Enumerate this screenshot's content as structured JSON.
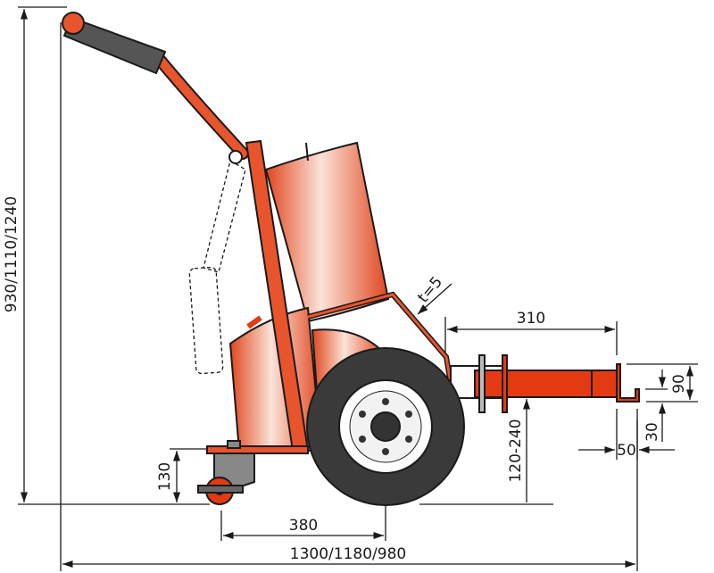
{
  "colors": {
    "body_red": "#e8542c",
    "bracket_red": "#e33a12",
    "tire": "#3a3a3a",
    "line": "#1a1a1a"
  },
  "dimensions": {
    "height": "930/1110/1240",
    "length": "1300/1180/980",
    "wheelbase": "380",
    "caster_height": "130",
    "coupling_height": "120-240",
    "coupling_reach": "310",
    "jaw_height": "90",
    "jaw_lip": "30",
    "jaw_width": "50",
    "plate_thickness": "t=5"
  }
}
